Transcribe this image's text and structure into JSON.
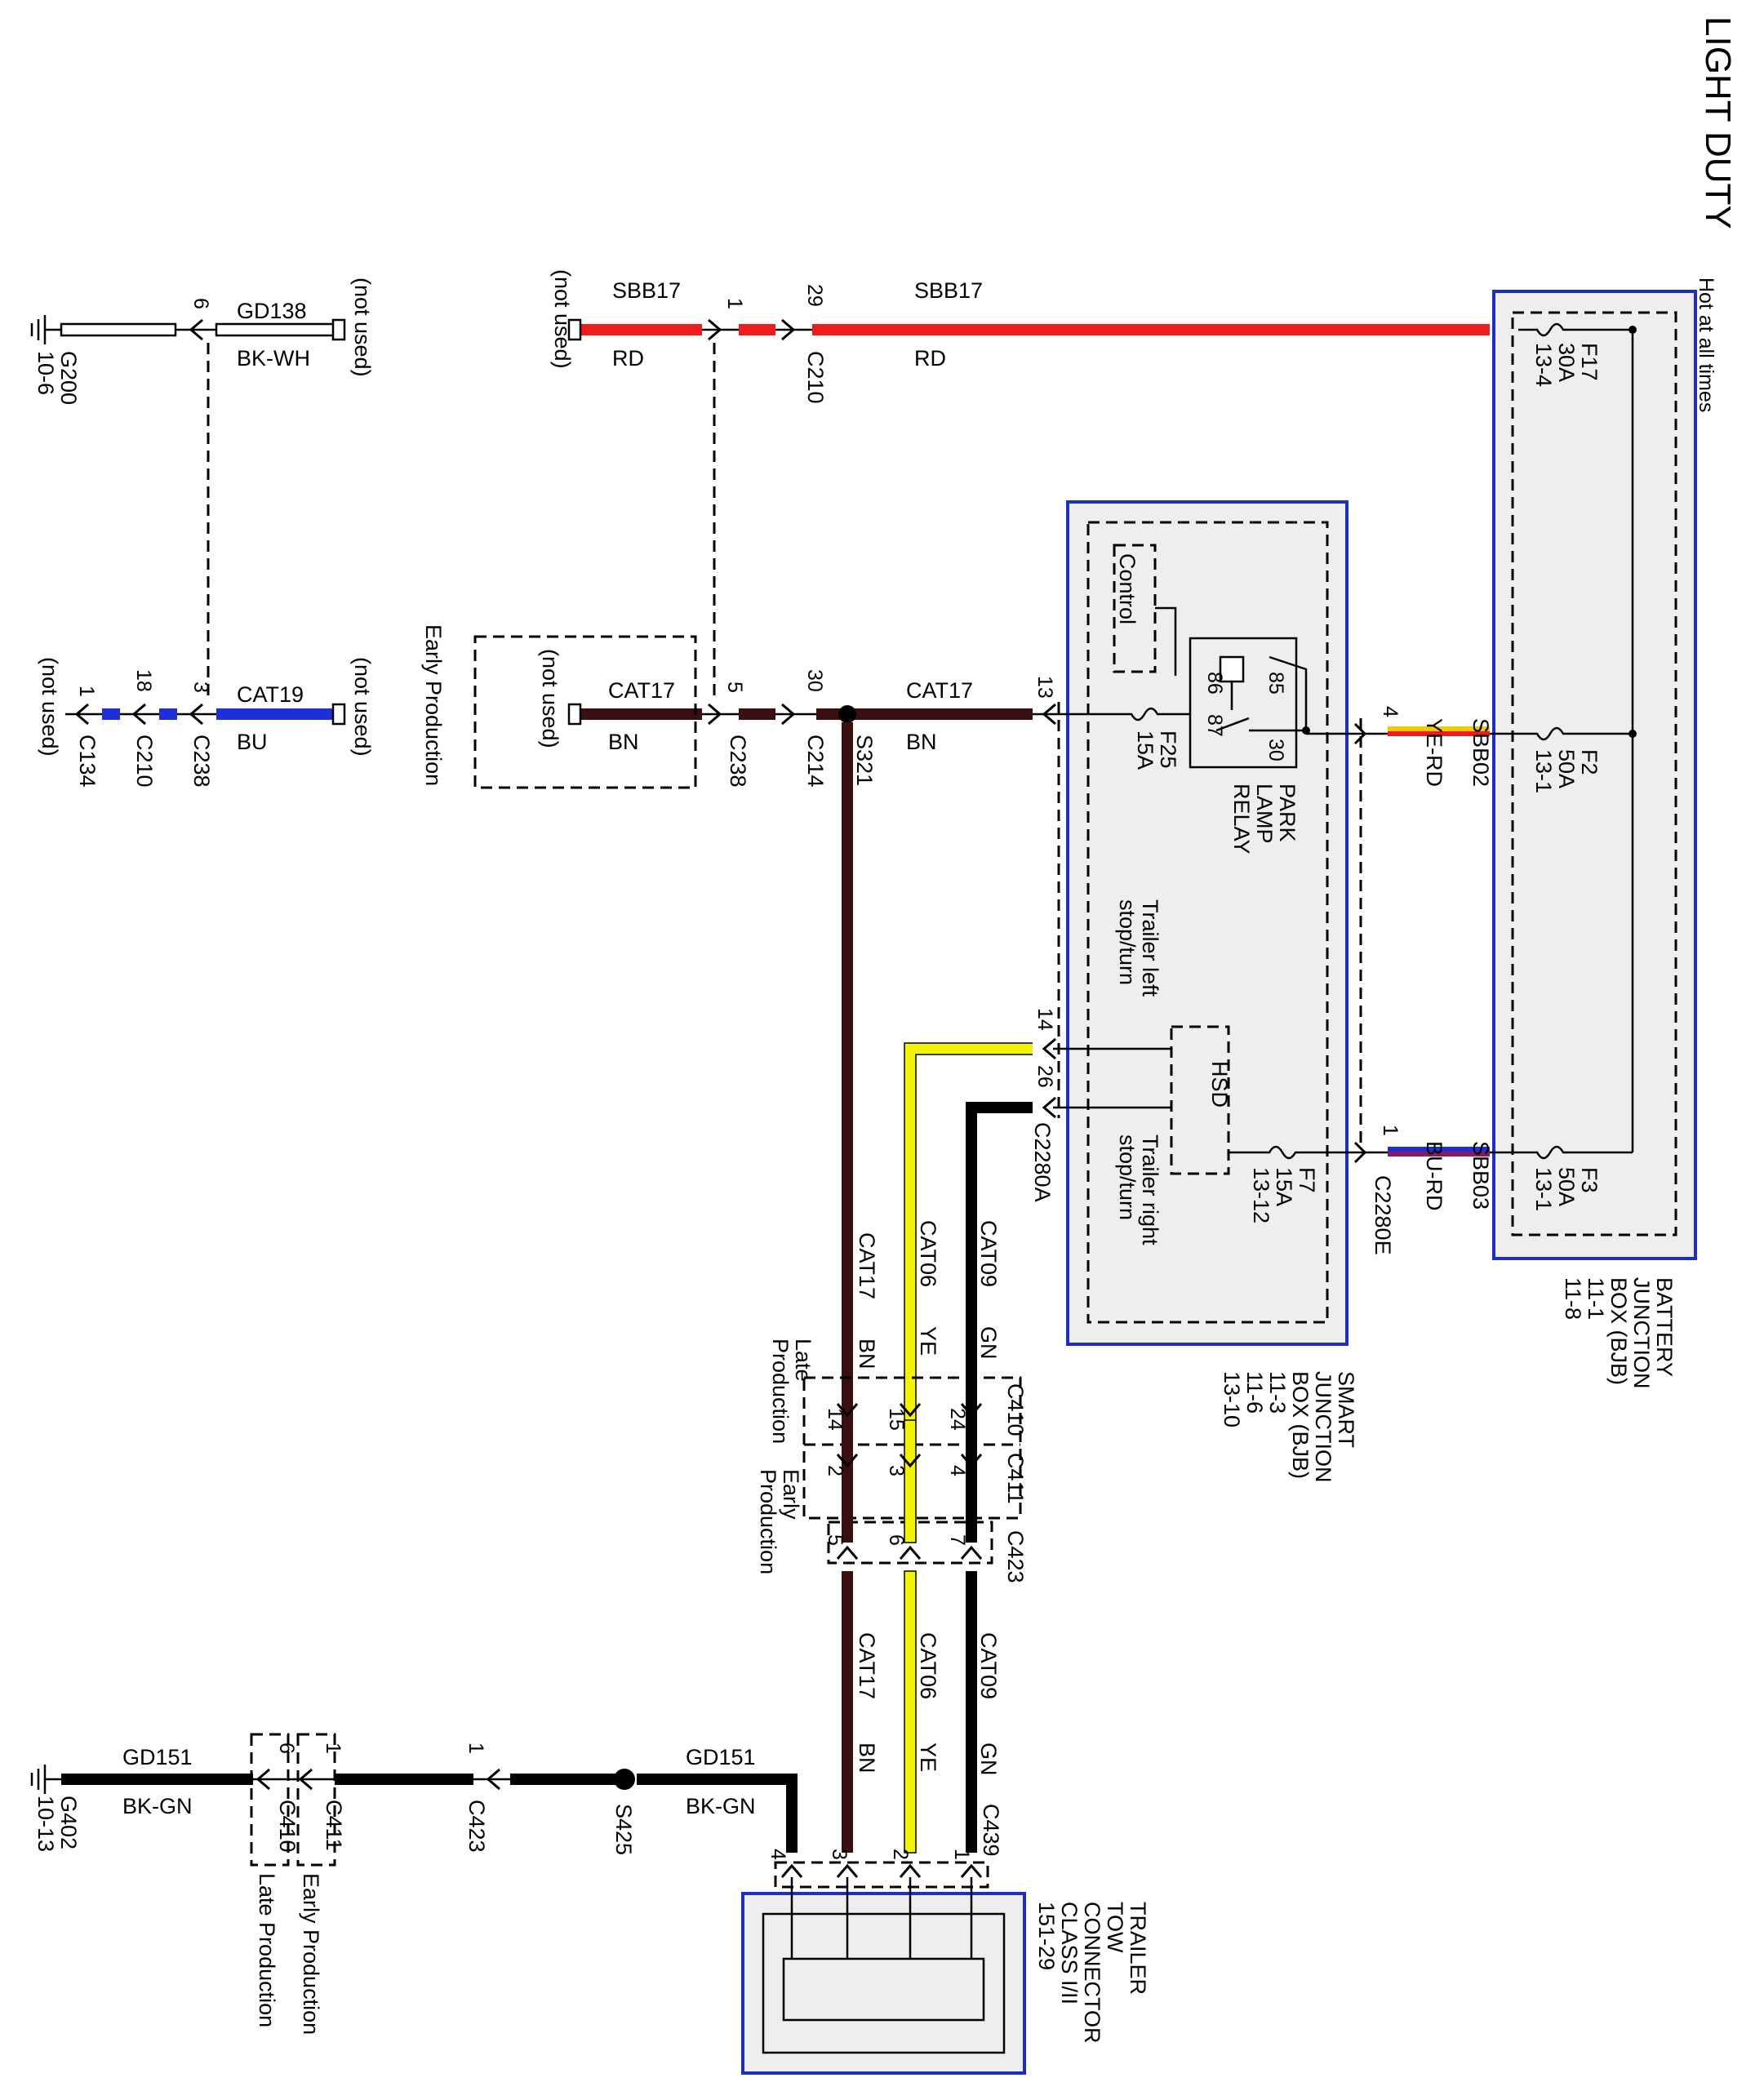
{
  "title": "LIGHT DUTY",
  "colors": {
    "red": "#ee1c1c",
    "brown": "#3a0f0f",
    "blue": "#1e2fd8",
    "yellow": "#f4f400",
    "black": "#000000",
    "box_fill": "#eeeeee",
    "box_border": "#1c2fbf"
  },
  "modules": {
    "bjb": {
      "lines": [
        "BATTERY",
        "JUNCTION",
        "BOX (BJB)",
        "11-1",
        "11-8"
      ],
      "hot_label": "Hot at all times"
    },
    "sjb": {
      "lines": [
        "SMART",
        "JUNCTION",
        "BOX (BJB)",
        "11-3",
        "11-6",
        "13-10"
      ],
      "control_label": "Control",
      "hsd_label": "HSD",
      "trailer_left": [
        "Trailer left",
        "stop/turn"
      ],
      "trailer_right": [
        "Trailer right",
        "stop/turn"
      ],
      "relay_lines": [
        "PARK",
        "LAMP",
        "RELAY"
      ],
      "relay_pins": [
        "85",
        "86",
        "87",
        "30"
      ]
    },
    "trailer_connector": {
      "lines": [
        "TRAILER",
        "TOW",
        "CONNECTOR",
        "CLASS I/II",
        "151-29"
      ],
      "pins": [
        "1",
        "2",
        "3",
        "4"
      ]
    }
  },
  "fuses": {
    "f17": [
      "F17",
      "30A",
      "13-4"
    ],
    "f2": [
      "F2",
      "50A",
      "13-1"
    ],
    "f3": [
      "F3",
      "50A",
      "13-1"
    ],
    "f25": [
      "F25",
      "15A"
    ],
    "f7": [
      "F7",
      "15A",
      "13-12"
    ]
  },
  "circuits": {
    "sbb17": {
      "name": "SBB17",
      "color": "RD"
    },
    "sbb02": {
      "name": "SBB02",
      "color": "YE-RD"
    },
    "sbb03": {
      "name": "SBB03",
      "color": "BU-RD"
    },
    "cat17": {
      "name": "CAT17",
      "color": "BN"
    },
    "cat19": {
      "name": "CAT19",
      "color": "BU"
    },
    "gd138": {
      "name": "GD138",
      "color": "BK-WH"
    },
    "cat06": {
      "name": "CAT06",
      "color": "YE"
    },
    "cat09": {
      "name": "CAT09",
      "color": "GN"
    },
    "gd151": {
      "name": "GD151",
      "color": "BK-GN"
    }
  },
  "connectors": {
    "c210": "C210",
    "c214": "C214",
    "c238": "C238",
    "c134": "C134",
    "c2280a": "C2280A",
    "c2280e": "C2280E",
    "c410": "C410",
    "c411": "C411",
    "c423": "C423",
    "c439": "C439"
  },
  "splices": {
    "s321": "S321",
    "s425": "S425"
  },
  "grounds": {
    "g200": [
      "G200",
      "10-6"
    ],
    "g402": [
      "G402",
      "10-13"
    ]
  },
  "pins": {
    "p29": "29",
    "p1": "1",
    "p30": "30",
    "p5": "5",
    "p13": "13",
    "p4": "4",
    "p14": "14",
    "p26": "26",
    "p6": "6",
    "p3": "3",
    "p18": "18",
    "p24": "24",
    "p15": "15",
    "p2": "2",
    "p7": "7"
  },
  "notes": {
    "not_used": "(not used)",
    "early_production": "Early Production",
    "late_production": "Late Production",
    "early": "Early",
    "late": "Late",
    "production": "Production"
  }
}
